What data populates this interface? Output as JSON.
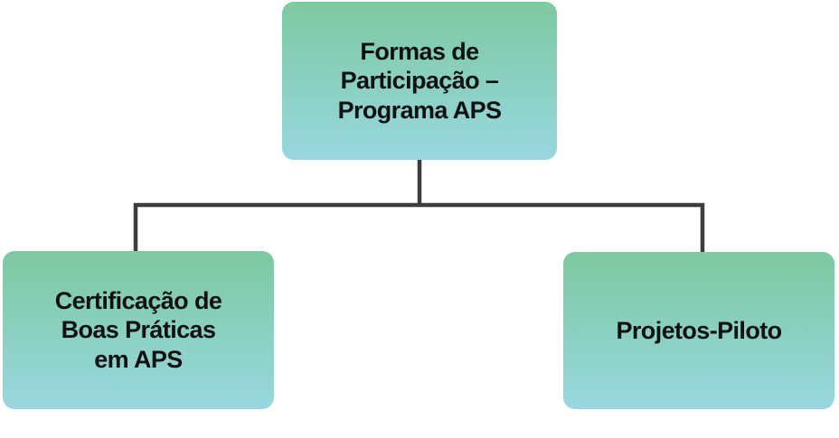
{
  "diagram": {
    "type": "flowchart",
    "nodes": [
      {
        "id": "root",
        "label": "Formas de\nParticipação –\nPrograma APS"
      },
      {
        "id": "left",
        "label": "Certificação de\nBoas Práticas\nem APS"
      },
      {
        "id": "right",
        "label": "Projetos-Piloto"
      }
    ],
    "edges": [
      {
        "from": "root",
        "to": "left"
      },
      {
        "from": "root",
        "to": "right"
      }
    ],
    "colors": {
      "box_gradient_top": "#7dc9a0",
      "box_gradient_bottom": "#98d7e0",
      "connector": "#3d3d3d",
      "text": "#111111",
      "background": "#ffffff"
    }
  }
}
